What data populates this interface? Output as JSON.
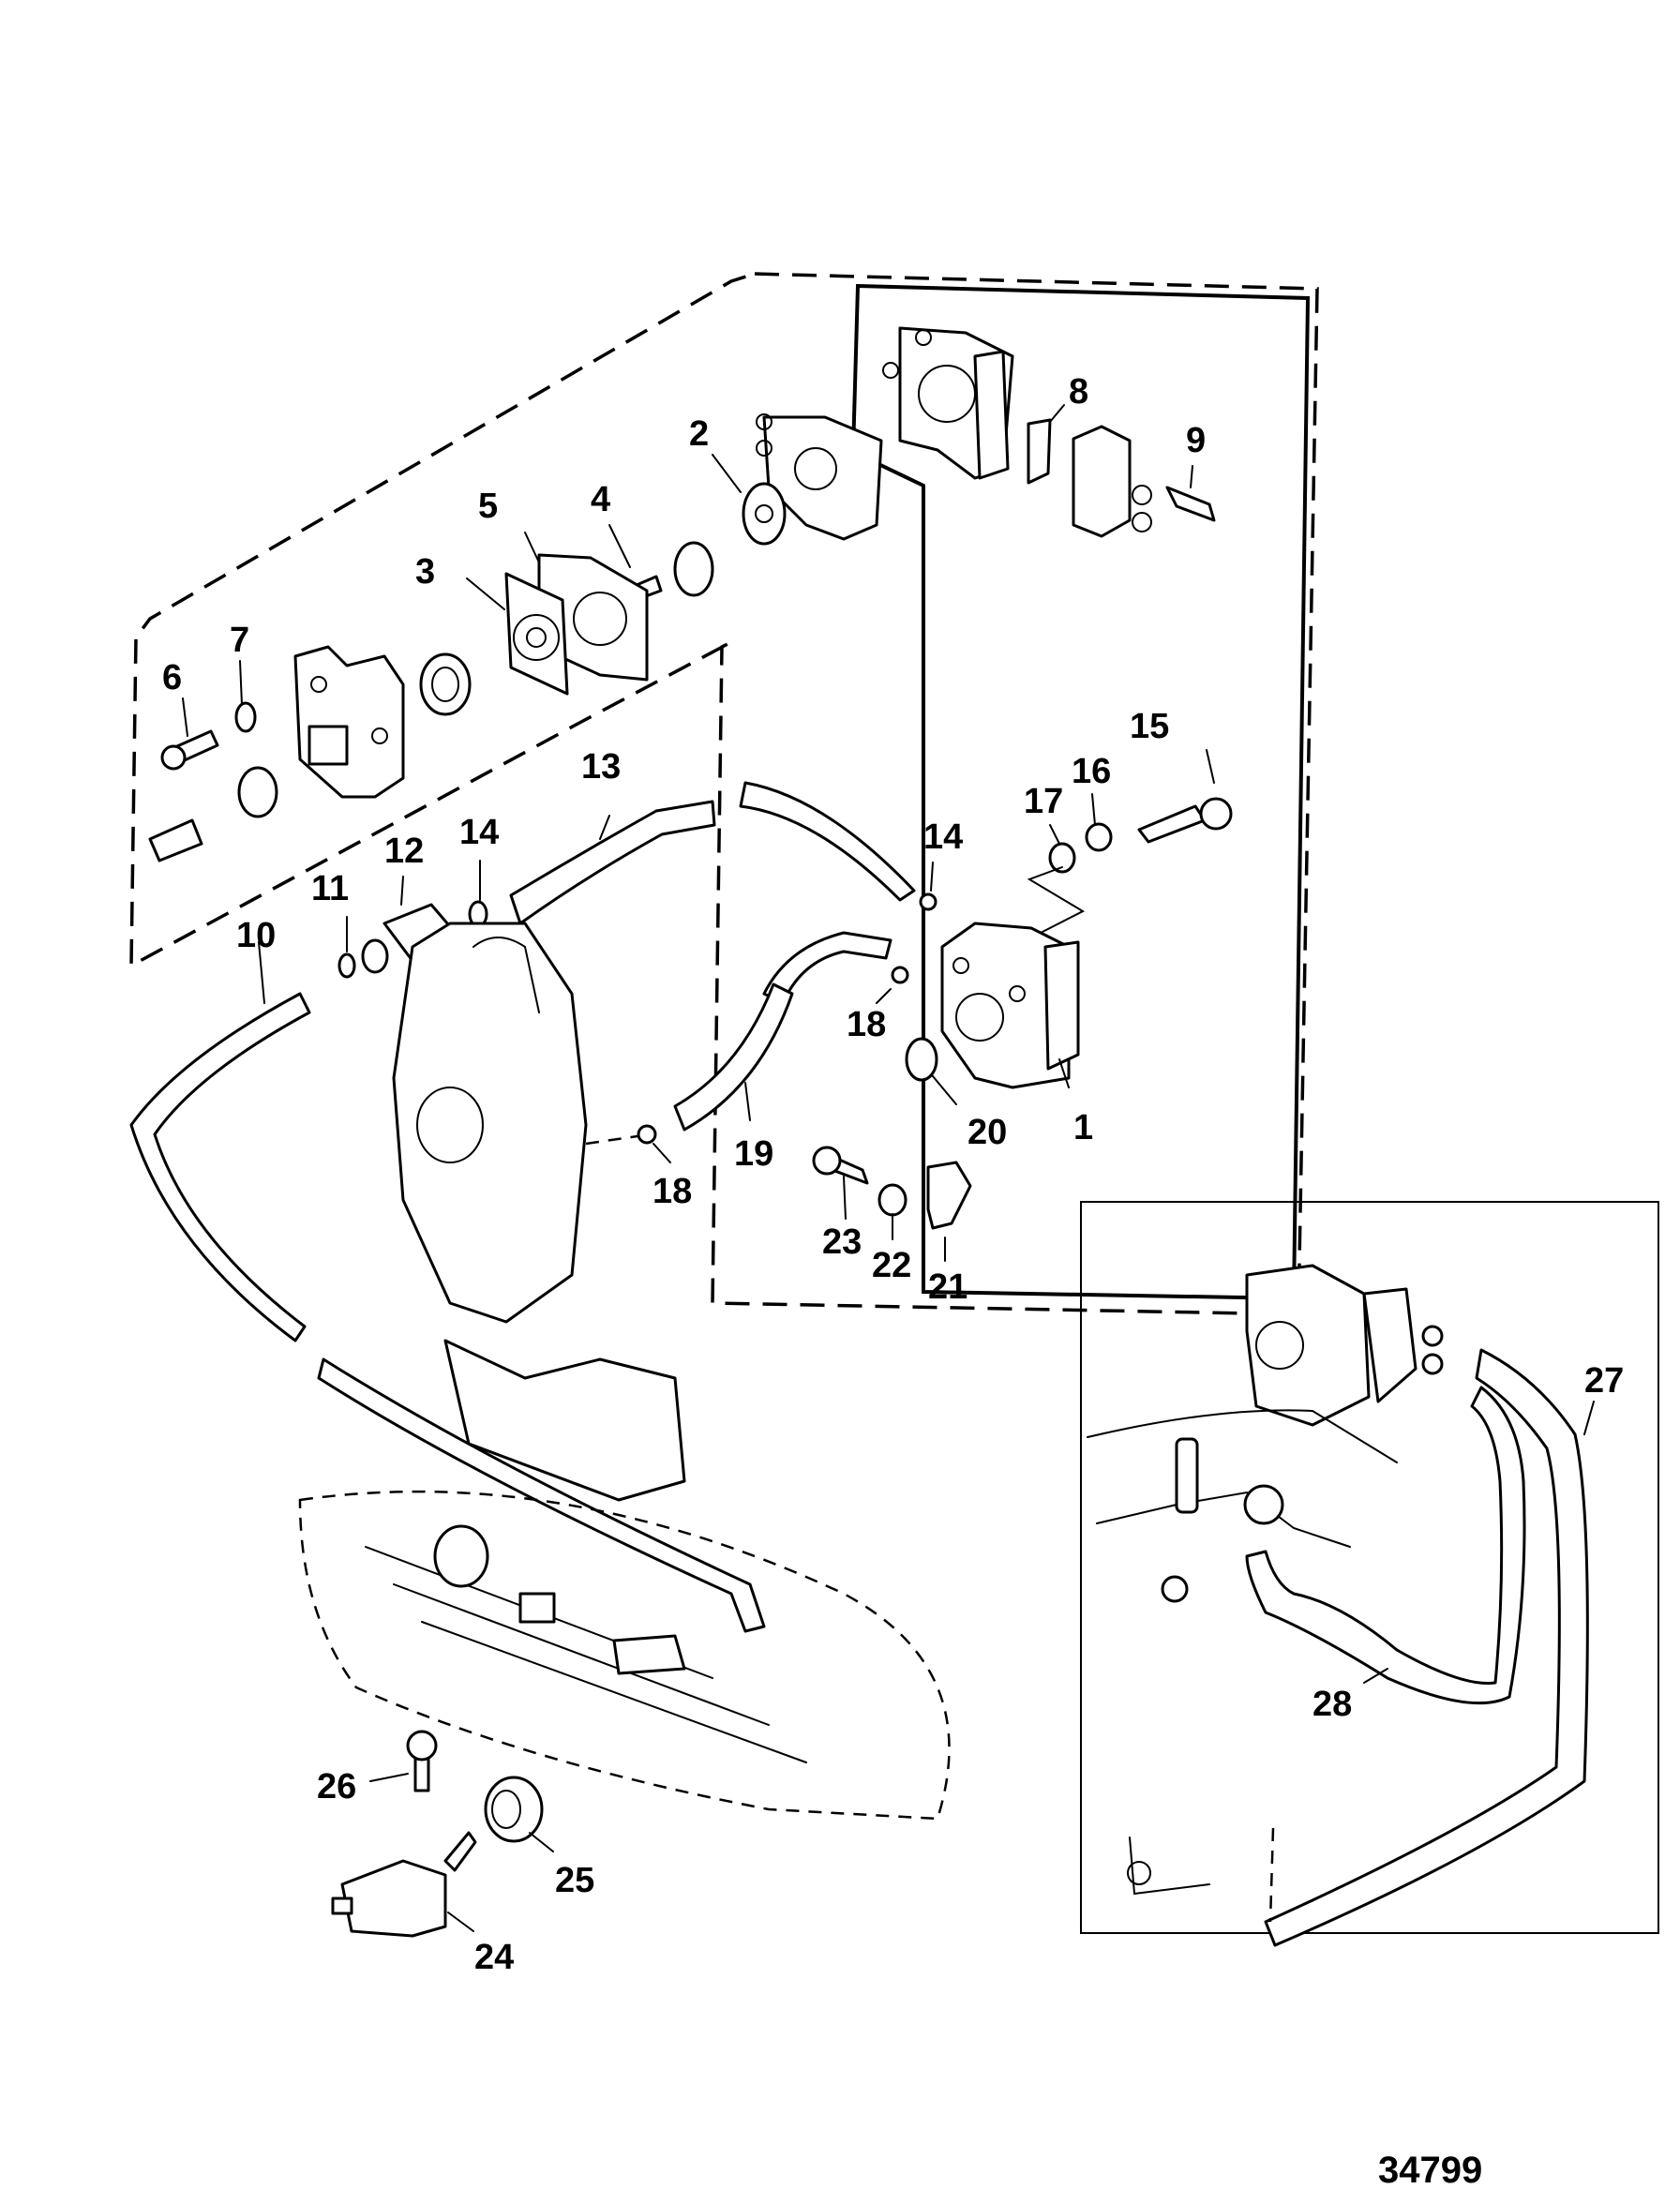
{
  "figure_number": "34799",
  "callouts": [
    {
      "id": "1",
      "text": "1"
    },
    {
      "id": "2",
      "text": "2"
    },
    {
      "id": "3",
      "text": "3"
    },
    {
      "id": "4",
      "text": "4"
    },
    {
      "id": "5",
      "text": "5"
    },
    {
      "id": "6",
      "text": "6"
    },
    {
      "id": "7",
      "text": "7"
    },
    {
      "id": "8",
      "text": "8"
    },
    {
      "id": "9",
      "text": "9"
    },
    {
      "id": "10",
      "text": "10"
    },
    {
      "id": "11",
      "text": "11"
    },
    {
      "id": "12",
      "text": "12"
    },
    {
      "id": "13",
      "text": "13"
    },
    {
      "id": "14a",
      "text": "14"
    },
    {
      "id": "14b",
      "text": "14"
    },
    {
      "id": "15",
      "text": "15"
    },
    {
      "id": "16",
      "text": "16"
    },
    {
      "id": "17",
      "text": "17"
    },
    {
      "id": "18a",
      "text": "18"
    },
    {
      "id": "18b",
      "text": "18"
    },
    {
      "id": "19",
      "text": "19"
    },
    {
      "id": "20",
      "text": "20"
    },
    {
      "id": "21",
      "text": "21"
    },
    {
      "id": "22",
      "text": "22"
    },
    {
      "id": "23",
      "text": "23"
    },
    {
      "id": "24",
      "text": "24"
    },
    {
      "id": "25",
      "text": "25"
    },
    {
      "id": "26",
      "text": "26"
    },
    {
      "id": "27",
      "text": "27"
    },
    {
      "id": "28",
      "text": "28"
    }
  ]
}
